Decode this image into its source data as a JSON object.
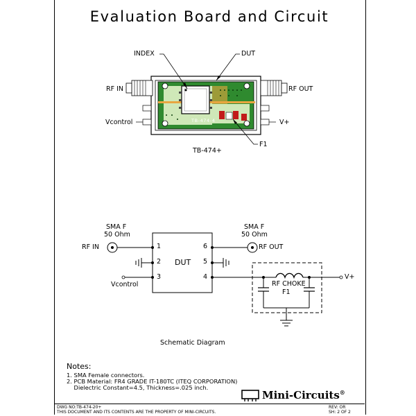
{
  "title": "Evaluation Board and Circuit",
  "board": {
    "labels": {
      "index": "INDEX",
      "dut": "DUT",
      "rf_in": "RF IN",
      "rf_out": "RF OUT",
      "vcontrol": "Vcontrol",
      "vplus": "V+",
      "f1": "F1",
      "pcb_text": "TB-474-4",
      "part_number": "TB-474+"
    }
  },
  "schematic": {
    "sma_left": "SMA F",
    "ohm_left": "50 Ohm",
    "sma_right": "SMA F",
    "ohm_right": "50 Ohm",
    "rf_in": "RF IN",
    "rf_out": "RF OUT",
    "vcontrol": "Vcontrol",
    "vplus": "V+",
    "dut": "DUT",
    "pins": [
      "1",
      "2",
      "3",
      "4",
      "5",
      "6"
    ],
    "rf_choke": "RF CHOKE",
    "f1": "F1",
    "caption": "Schematic Diagram"
  },
  "notes": {
    "heading": "Notes:",
    "items": [
      "1. SMA Female connectors.",
      "2. PCB Material: FR4 GRADE IT-180TC (ITEQ CORPORATION)",
      "    Dielectric Constant=4.5, Thickness=.025 inch."
    ]
  },
  "brand": "Mini-Circuits",
  "brand_mark": "®",
  "footer": {
    "dwg_no": "DWG NO:TB-474-20+",
    "proprietary": "THIS DOCUMENT AND ITS CONTENTS ARE THE PROPERTY OF MINI-CIRCUITS.",
    "rev": "REV: OR",
    "sheet": "SH: 2  OF  2"
  },
  "colors": {
    "pcb_green": "#2f8a2f",
    "pcb_light": "#cfe8b8",
    "pad_red": "#c21a1a",
    "trace": "#e8a640"
  }
}
